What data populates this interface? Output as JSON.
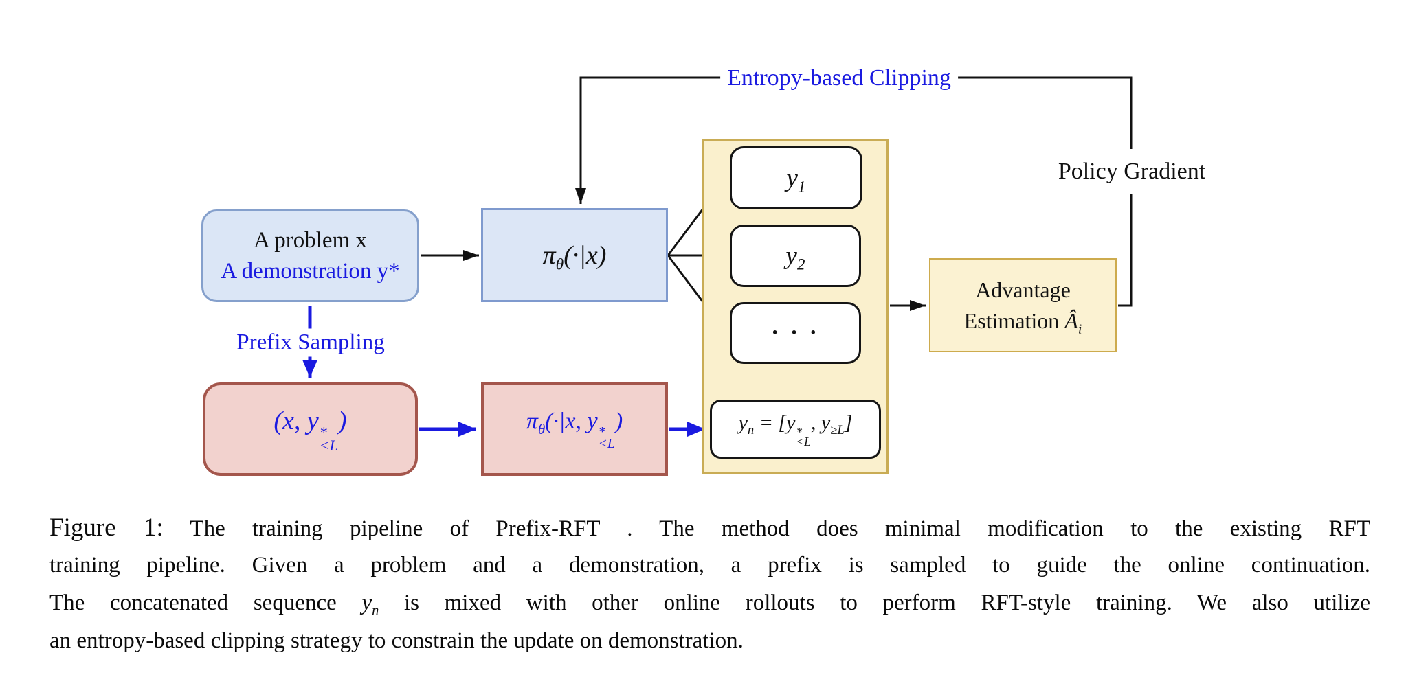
{
  "figure": {
    "labels": {
      "entropy_clipping": "Entropy-based Clipping",
      "policy_gradient": "Policy Gradient",
      "prefix_sampling": "Prefix Sampling"
    },
    "boxes": {
      "problem": {
        "line1": "A problem x",
        "line2": "A demonstration y*"
      },
      "policy_online": {
        "pi": "π",
        "theta": "θ",
        "args": "(·|x)"
      },
      "rollout_y1": {
        "base": "y",
        "sub": "1"
      },
      "rollout_y2": {
        "base": "y",
        "sub": "2"
      },
      "rollout_dots": {
        "dots": "· · ·"
      },
      "yn": {
        "base": "y",
        "sub": "n",
        "mid": " = [",
        "y2": "y",
        "sup": "*",
        "sub2": "<L",
        "comma": ", ",
        "y3": "y",
        "sub3": "≥L",
        "close": "]"
      },
      "advantage": {
        "line1": "Advantage",
        "line2": "Estimation ",
        "math_base": "Â",
        "math_sub": "i"
      },
      "prefix_pair": {
        "pre": "(x, y",
        "sup": "*",
        "sub": "<L",
        "close": ")"
      },
      "policy_prefix": {
        "pi": "π",
        "theta": "θ",
        "mid": "(·|x, y",
        "sup": "*",
        "sub": "<L",
        "close": ")"
      }
    },
    "colors": {
      "blue_accent": "#1a1ae0",
      "arrow_black": "#111111",
      "box_blue_fill": "#dce6f6",
      "box_blue_border": "#7f9ace",
      "box_pink_fill": "#f2d2ce",
      "box_pink_border": "#a4564c",
      "group_yellow_fill": "#faf0cd",
      "group_yellow_border": "#c9ac55",
      "advantage_fill": "#fbf2d2",
      "advantage_border": "#cdab4e"
    }
  },
  "caption": {
    "line1_label": "Figure 1:",
    "line1_text": "The training pipeline of Prefix-RFT . The method does minimal modification to the existing RFT",
    "line2": "training pipeline. Given a problem and a demonstration, a prefix is sampled to guide the online continuation.",
    "line3_pre": "The concatenated sequence ",
    "line3_math_base": "y",
    "line3_math_sub": "n",
    "line3_post": " is mixed with other online rollouts to perform RFT-style training. We also utilize",
    "line4": "an entropy-based clipping strategy to constrain the update on demonstration."
  }
}
